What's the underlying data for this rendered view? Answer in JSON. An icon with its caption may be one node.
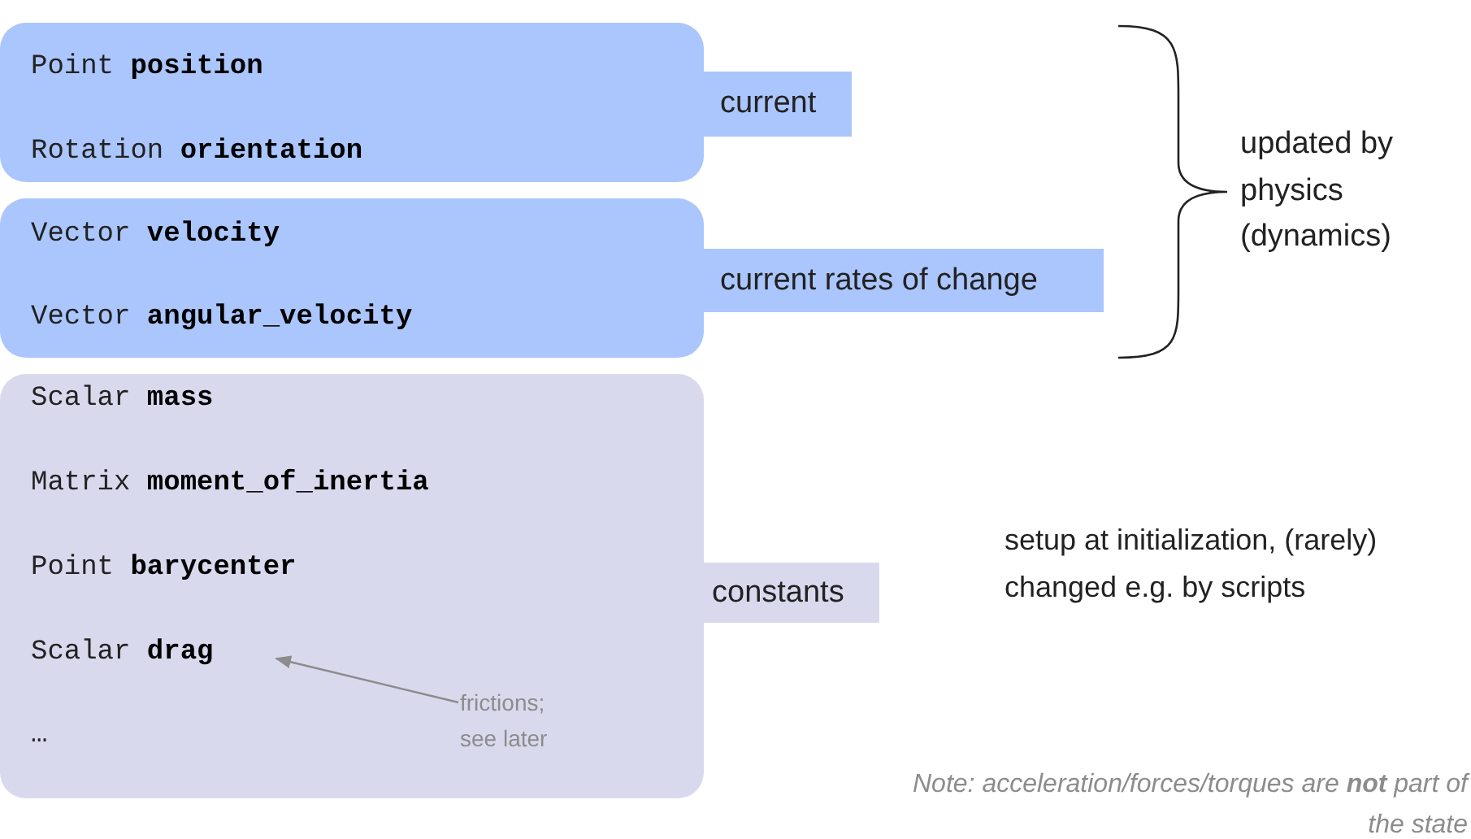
{
  "diagram": {
    "nodes": [
      {
        "text": [
          "Point **position**",
          "Rotation **orientation**"
        ]
      },
      {
        "text": [
          "current"
        ]
      },
      {
        "text": [
          "Vector **velocity**",
          "Vector **angular_velocity**"
        ]
      },
      {
        "text": [
          "current rates of change"
        ]
      },
      {
        "text": [
          "Scalar **mass**",
          "Matrix **moment_of_inertia**",
          "Point **barycenter**",
          "Scalar **drag**",
          "…"
        ]
      },
      {
        "text": [
          "constants"
        ]
      },
      {
        "text": [
          "frictions; see later"
        ],
        "in": 4
      }
    ],
    "edges": [
      {
        "from": 6,
        "to": 4,
        "arrow": "to",
        "color": "#8c8c8c"
      }
    ],
    "labels": [
      "updated by physics (dynamics)",
      "setup at initialization, (rarely) changed e.g. by scripts",
      "Note: acceleration/forces/torques are **not** part of the state"
    ]
  }
}
